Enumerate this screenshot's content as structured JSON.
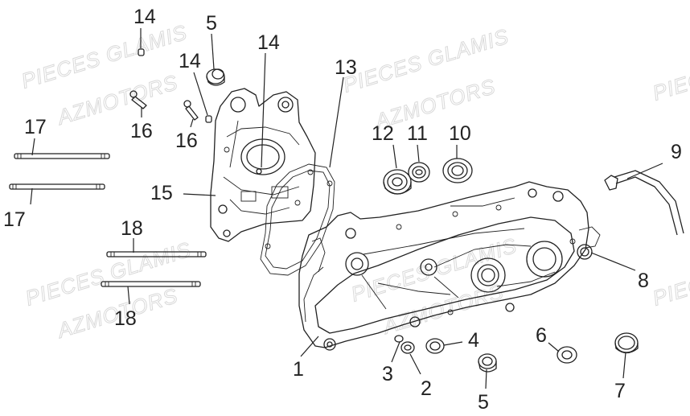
{
  "watermark": {
    "line1": "PIECES GLAMIS",
    "line2": "AZMOTORS"
  },
  "callouts": [
    {
      "id": "c1",
      "label": "1"
    },
    {
      "id": "c2",
      "label": "2"
    },
    {
      "id": "c3",
      "label": "3"
    },
    {
      "id": "c4",
      "label": "4"
    },
    {
      "id": "c5a",
      "label": "5"
    },
    {
      "id": "c5b",
      "label": "5"
    },
    {
      "id": "c6",
      "label": "6"
    },
    {
      "id": "c7",
      "label": "7"
    },
    {
      "id": "c8",
      "label": "8"
    },
    {
      "id": "c9",
      "label": "9"
    },
    {
      "id": "c10",
      "label": "10"
    },
    {
      "id": "c11",
      "label": "11"
    },
    {
      "id": "c12",
      "label": "12"
    },
    {
      "id": "c13",
      "label": "13"
    },
    {
      "id": "c14a",
      "label": "14"
    },
    {
      "id": "c14b",
      "label": "14"
    },
    {
      "id": "c14c",
      "label": "14"
    },
    {
      "id": "c15",
      "label": "15"
    },
    {
      "id": "c16a",
      "label": "16"
    },
    {
      "id": "c16b",
      "label": "16"
    },
    {
      "id": "c17a",
      "label": "17"
    },
    {
      "id": "c17b",
      "label": "17"
    },
    {
      "id": "c18a",
      "label": "18"
    },
    {
      "id": "c18b",
      "label": "18"
    }
  ]
}
